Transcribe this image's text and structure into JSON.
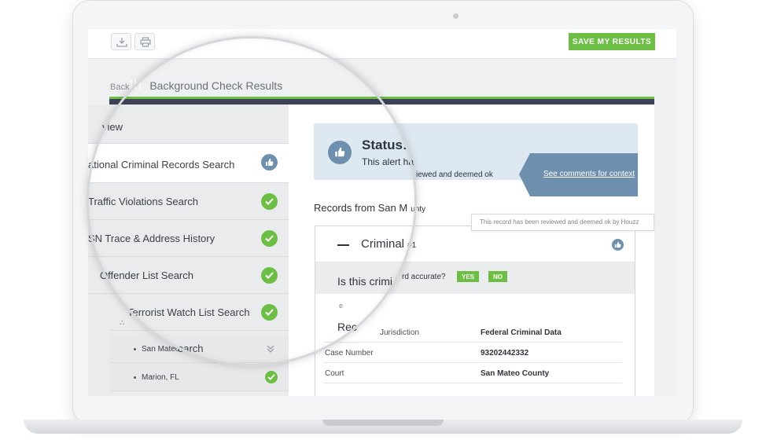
{
  "toolbar": {
    "save_label": "SAVE MY RESULTS",
    "download_icon": "download-icon",
    "print_icon": "print-icon"
  },
  "header": {
    "back": "Back",
    "brand": "th",
    "title": "Background Check Results"
  },
  "sidebar": {
    "overview": "view",
    "items": [
      {
        "label": "ational Criminal Records Search",
        "status": "thumbs-up"
      },
      {
        "label": "Traffic Violations Search",
        "status": "check"
      },
      {
        "label": "SN Trace & Address History",
        "status": "check"
      },
      {
        "label": "Offender List Search",
        "status": "check"
      },
      {
        "label": "Terrorist Watch List Search",
        "status": "check"
      }
    ],
    "sub_items": [
      {
        "label": "San Mateo",
        "overlay": "earch"
      },
      {
        "label": "Marion, FL"
      }
    ]
  },
  "status": {
    "title": "Status:",
    "line1": "This alert ha",
    "line2": "iewed and deemed ok",
    "comments_link": "See comments for context"
  },
  "records": {
    "heading": "Records from San M",
    "heading_small": "unty",
    "tooltip": "This record has been reviewed and deemed ok by Houzz",
    "card": {
      "title": "Criminal",
      "number": "#1",
      "question": "Is this crimi",
      "question2": "rd accurate?",
      "yes": "YES",
      "no": "NO",
      "small": "e",
      "overlay_label": "Rec",
      "fields": [
        {
          "key": "Jurisdiction",
          "value": "Federal Criminal Data"
        },
        {
          "key": "Case Number",
          "value": "93202442332"
        },
        {
          "key": "Court",
          "value": "San Mateo County"
        }
      ]
    }
  },
  "colors": {
    "accent_green": "#6cbe45",
    "dark_header": "#3d4356",
    "steel_blue": "#6f8fae"
  }
}
